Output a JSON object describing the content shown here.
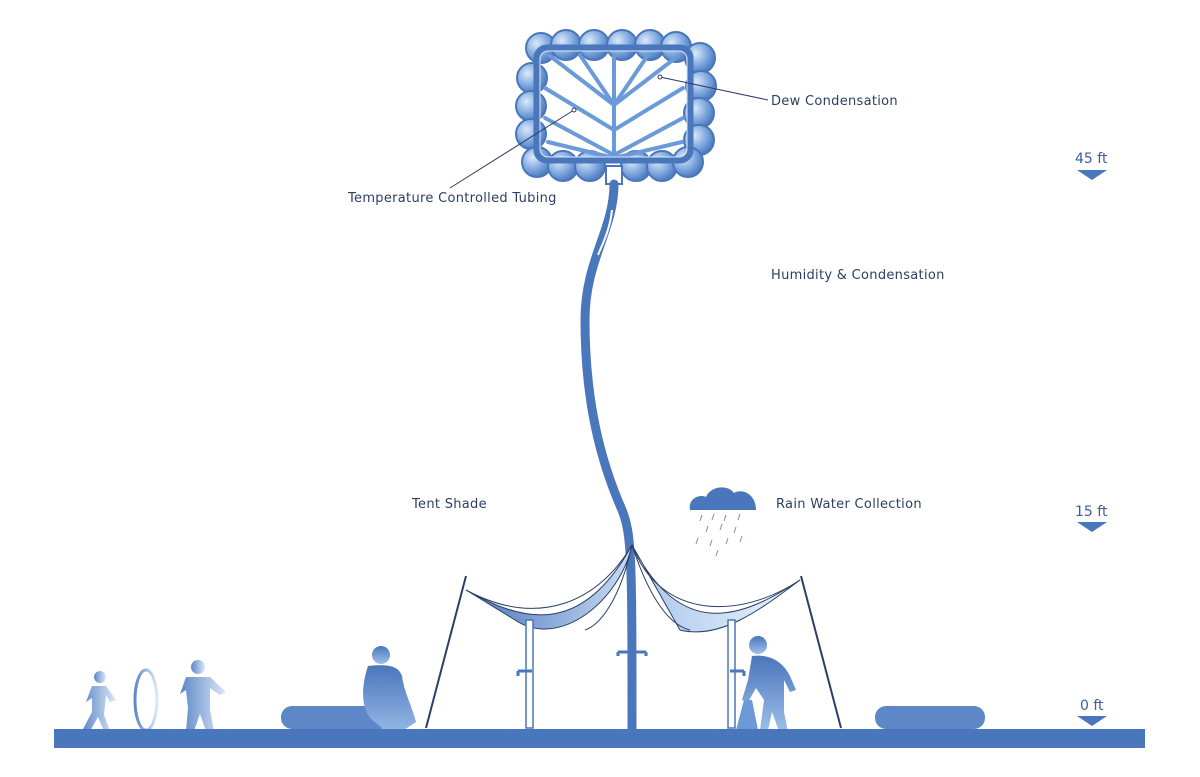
{
  "labels": {
    "dew": "Dew Condensation",
    "tubing": "Temperature Controlled Tubing",
    "humidity": "Humidity & Condensation",
    "tent": "Tent Shade",
    "rain": "Rain Water Collection"
  },
  "heights": {
    "top": "45 ft",
    "mid": "15 ft",
    "ground": "0 ft"
  },
  "colors": {
    "primary": "#4a76bb",
    "light": "#9fc1ea",
    "text": "#2b3f66"
  }
}
